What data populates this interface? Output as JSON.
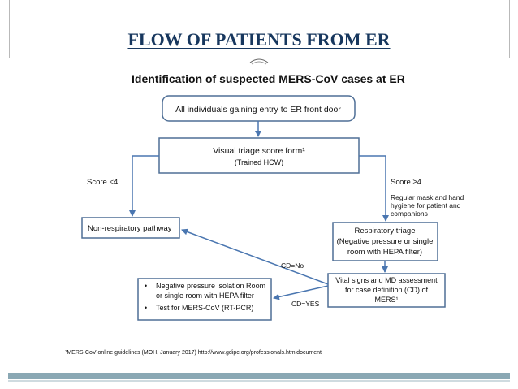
{
  "slide": {
    "title": "FLOW OF PATIENTS FROM ER"
  },
  "figure": {
    "title": "Identification of suspected MERS-CoV cases at ER",
    "box_entry": "All individuals gaining entry to ER front door",
    "box_triage_form": "Visual triage score form¹",
    "box_triage_form_sub": "(Trained HCW)",
    "score_low": "Score <4",
    "score_high": "Score ≥4",
    "mask_note": [
      "Regular mask and hand",
      "hygiene for patient and",
      "companions"
    ],
    "box_non_respiratory": "Non-respiratory pathway",
    "box_respiratory": [
      "Respiratory triage",
      "(Negative pressure or single",
      "room with HEPA filter)"
    ],
    "cd_no": "CD=No",
    "cd_yes": "CD=YES",
    "box_vital": [
      "Vital signs and MD assessment",
      "for case definition (CD) of",
      "MERS¹"
    ],
    "box_isolation": {
      "bullet1": [
        "Negative pressure isolation Room",
        "or single room with HEPA filter"
      ],
      "bullet2": "Test for MERS-CoV (RT-PCR)"
    },
    "footnote": "¹MERS-CoV online guidelines (MOH, January 2017) http://www.gdipc.org/professionals.htmldocument"
  },
  "colors": {
    "title": "#17375e",
    "arrow": "#4a76b0",
    "box_border": "#4f6f96",
    "bottom_bar": "#8aa8b4"
  }
}
